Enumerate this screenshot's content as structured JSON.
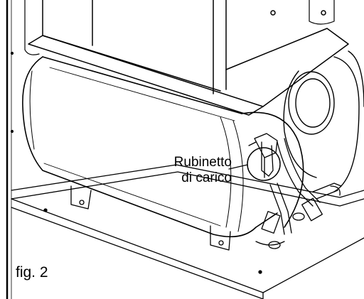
{
  "callout": {
    "line1": "Rubinetto",
    "line2": "di carico"
  },
  "figure": {
    "label": "fig. 2"
  }
}
